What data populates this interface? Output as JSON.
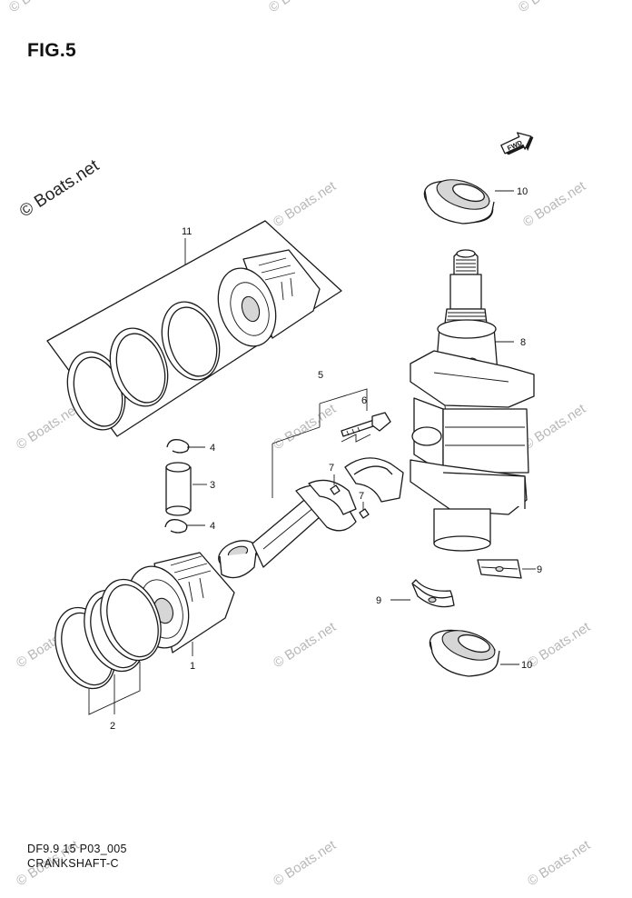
{
  "figure": {
    "title": "FIG.5"
  },
  "footer": {
    "code": "DF9.9 15 P03_005",
    "caption": "CRANKSHAFT-C"
  },
  "watermark": {
    "main": "© Boats.net",
    "faint": "© Boats.net"
  },
  "fwd_badge": "FWD",
  "callouts": {
    "c1": "1",
    "c2": "2",
    "c3": "3",
    "c4a": "4",
    "c4b": "4",
    "c5": "5",
    "c6": "6",
    "c7a": "7",
    "c7b": "7",
    "c8": "8",
    "c9a": "9",
    "c9b": "9",
    "c10a": "10",
    "c10b": "10",
    "c11": "11"
  },
  "colors": {
    "line": "#1a1a1a",
    "watermark": "#b8b8b8",
    "background": "#ffffff"
  }
}
